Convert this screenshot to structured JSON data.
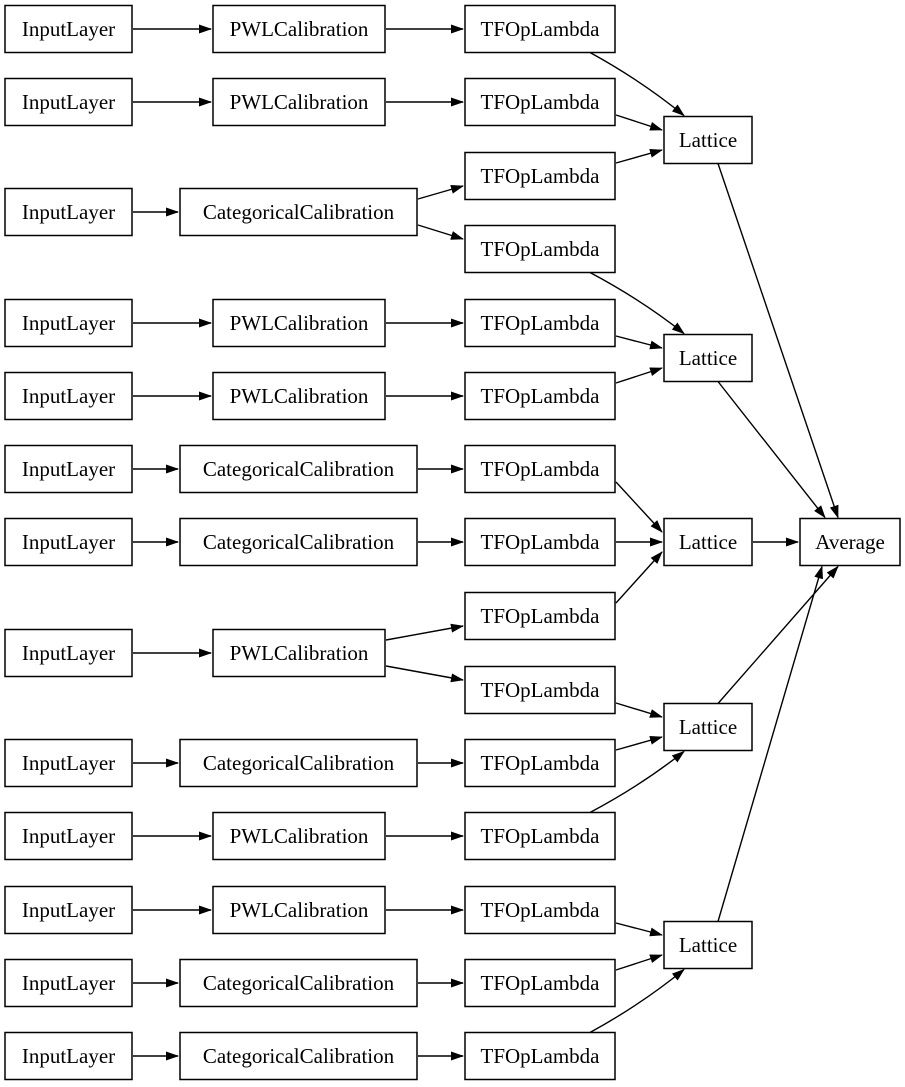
{
  "diagram": {
    "kind": "directed-graph",
    "nodes": [
      {
        "id": "in0",
        "type": "input",
        "label": "InputLayer"
      },
      {
        "id": "in1",
        "type": "input",
        "label": "InputLayer"
      },
      {
        "id": "in2",
        "type": "input",
        "label": "InputLayer"
      },
      {
        "id": "in3",
        "type": "input",
        "label": "InputLayer"
      },
      {
        "id": "in4",
        "type": "input",
        "label": "InputLayer"
      },
      {
        "id": "in5",
        "type": "input",
        "label": "InputLayer"
      },
      {
        "id": "in6",
        "type": "input",
        "label": "InputLayer"
      },
      {
        "id": "in7",
        "type": "input",
        "label": "InputLayer"
      },
      {
        "id": "in8",
        "type": "input",
        "label": "InputLayer"
      },
      {
        "id": "in9",
        "type": "input",
        "label": "InputLayer"
      },
      {
        "id": "in10",
        "type": "input",
        "label": "InputLayer"
      },
      {
        "id": "in11",
        "type": "input",
        "label": "InputLayer"
      },
      {
        "id": "in12",
        "type": "input",
        "label": "InputLayer"
      },
      {
        "id": "cal0",
        "type": "pwl",
        "label": "PWLCalibration"
      },
      {
        "id": "cal1",
        "type": "pwl",
        "label": "PWLCalibration"
      },
      {
        "id": "cal2",
        "type": "cat",
        "label": "CategoricalCalibration"
      },
      {
        "id": "cal3",
        "type": "pwl",
        "label": "PWLCalibration"
      },
      {
        "id": "cal4",
        "type": "pwl",
        "label": "PWLCalibration"
      },
      {
        "id": "cal5",
        "type": "cat",
        "label": "CategoricalCalibration"
      },
      {
        "id": "cal6",
        "type": "cat",
        "label": "CategoricalCalibration"
      },
      {
        "id": "cal7",
        "type": "pwl",
        "label": "PWLCalibration"
      },
      {
        "id": "cal8",
        "type": "cat",
        "label": "CategoricalCalibration"
      },
      {
        "id": "cal9",
        "type": "pwl",
        "label": "PWLCalibration"
      },
      {
        "id": "cal10",
        "type": "pwl",
        "label": "PWLCalibration"
      },
      {
        "id": "cal11",
        "type": "cat",
        "label": "CategoricalCalibration"
      },
      {
        "id": "cal12",
        "type": "cat",
        "label": "CategoricalCalibration"
      },
      {
        "id": "lam0",
        "type": "lambda",
        "label": "TFOpLambda"
      },
      {
        "id": "lam1",
        "type": "lambda",
        "label": "TFOpLambda"
      },
      {
        "id": "lam2",
        "type": "lambda",
        "label": "TFOpLambda"
      },
      {
        "id": "lam3",
        "type": "lambda",
        "label": "TFOpLambda"
      },
      {
        "id": "lam4",
        "type": "lambda",
        "label": "TFOpLambda"
      },
      {
        "id": "lam5",
        "type": "lambda",
        "label": "TFOpLambda"
      },
      {
        "id": "lam6",
        "type": "lambda",
        "label": "TFOpLambda"
      },
      {
        "id": "lam7",
        "type": "lambda",
        "label": "TFOpLambda"
      },
      {
        "id": "lam8",
        "type": "lambda",
        "label": "TFOpLambda"
      },
      {
        "id": "lam9",
        "type": "lambda",
        "label": "TFOpLambda"
      },
      {
        "id": "lam10",
        "type": "lambda",
        "label": "TFOpLambda"
      },
      {
        "id": "lam11",
        "type": "lambda",
        "label": "TFOpLambda"
      },
      {
        "id": "lam12",
        "type": "lambda",
        "label": "TFOpLambda"
      },
      {
        "id": "lam13",
        "type": "lambda",
        "label": "TFOpLambda"
      },
      {
        "id": "lam14",
        "type": "lambda",
        "label": "TFOpLambda"
      },
      {
        "id": "lat0",
        "type": "lattice",
        "label": "Lattice"
      },
      {
        "id": "lat1",
        "type": "lattice",
        "label": "Lattice"
      },
      {
        "id": "lat2",
        "type": "lattice",
        "label": "Lattice"
      },
      {
        "id": "lat3",
        "type": "lattice",
        "label": "Lattice"
      },
      {
        "id": "lat4",
        "type": "lattice",
        "label": "Lattice"
      },
      {
        "id": "avg",
        "type": "average",
        "label": "Average"
      }
    ],
    "edges": [
      [
        "in0",
        "cal0"
      ],
      [
        "in1",
        "cal1"
      ],
      [
        "in2",
        "cal2"
      ],
      [
        "in3",
        "cal3"
      ],
      [
        "in4",
        "cal4"
      ],
      [
        "in5",
        "cal5"
      ],
      [
        "in6",
        "cal6"
      ],
      [
        "in7",
        "cal7"
      ],
      [
        "in8",
        "cal8"
      ],
      [
        "in9",
        "cal9"
      ],
      [
        "in10",
        "cal10"
      ],
      [
        "in11",
        "cal11"
      ],
      [
        "in12",
        "cal12"
      ],
      [
        "cal0",
        "lam0"
      ],
      [
        "cal1",
        "lam1"
      ],
      [
        "cal2",
        "lam2"
      ],
      [
        "cal2",
        "lam3"
      ],
      [
        "cal3",
        "lam4"
      ],
      [
        "cal4",
        "lam5"
      ],
      [
        "cal5",
        "lam6"
      ],
      [
        "cal6",
        "lam7"
      ],
      [
        "cal7",
        "lam8"
      ],
      [
        "cal7",
        "lam9"
      ],
      [
        "cal8",
        "lam10"
      ],
      [
        "cal9",
        "lam11"
      ],
      [
        "cal10",
        "lam12"
      ],
      [
        "cal11",
        "lam13"
      ],
      [
        "cal12",
        "lam14"
      ],
      [
        "lam0",
        "lat0"
      ],
      [
        "lam1",
        "lat0"
      ],
      [
        "lam2",
        "lat0"
      ],
      [
        "lam3",
        "lat1"
      ],
      [
        "lam4",
        "lat1"
      ],
      [
        "lam5",
        "lat1"
      ],
      [
        "lam6",
        "lat2"
      ],
      [
        "lam7",
        "lat2"
      ],
      [
        "lam8",
        "lat2"
      ],
      [
        "lam9",
        "lat3"
      ],
      [
        "lam10",
        "lat3"
      ],
      [
        "lam11",
        "lat3"
      ],
      [
        "lam12",
        "lat4"
      ],
      [
        "lam13",
        "lat4"
      ],
      [
        "lam14",
        "lat4"
      ],
      [
        "lat0",
        "avg"
      ],
      [
        "lat1",
        "avg"
      ],
      [
        "lat2",
        "avg"
      ],
      [
        "lat3",
        "avg"
      ],
      [
        "lat4",
        "avg"
      ]
    ]
  },
  "colors": {
    "background": "#ffffff",
    "node_fill": "#ffffff",
    "node_border": "#000000",
    "edge": "#000000",
    "text": "#000000"
  }
}
